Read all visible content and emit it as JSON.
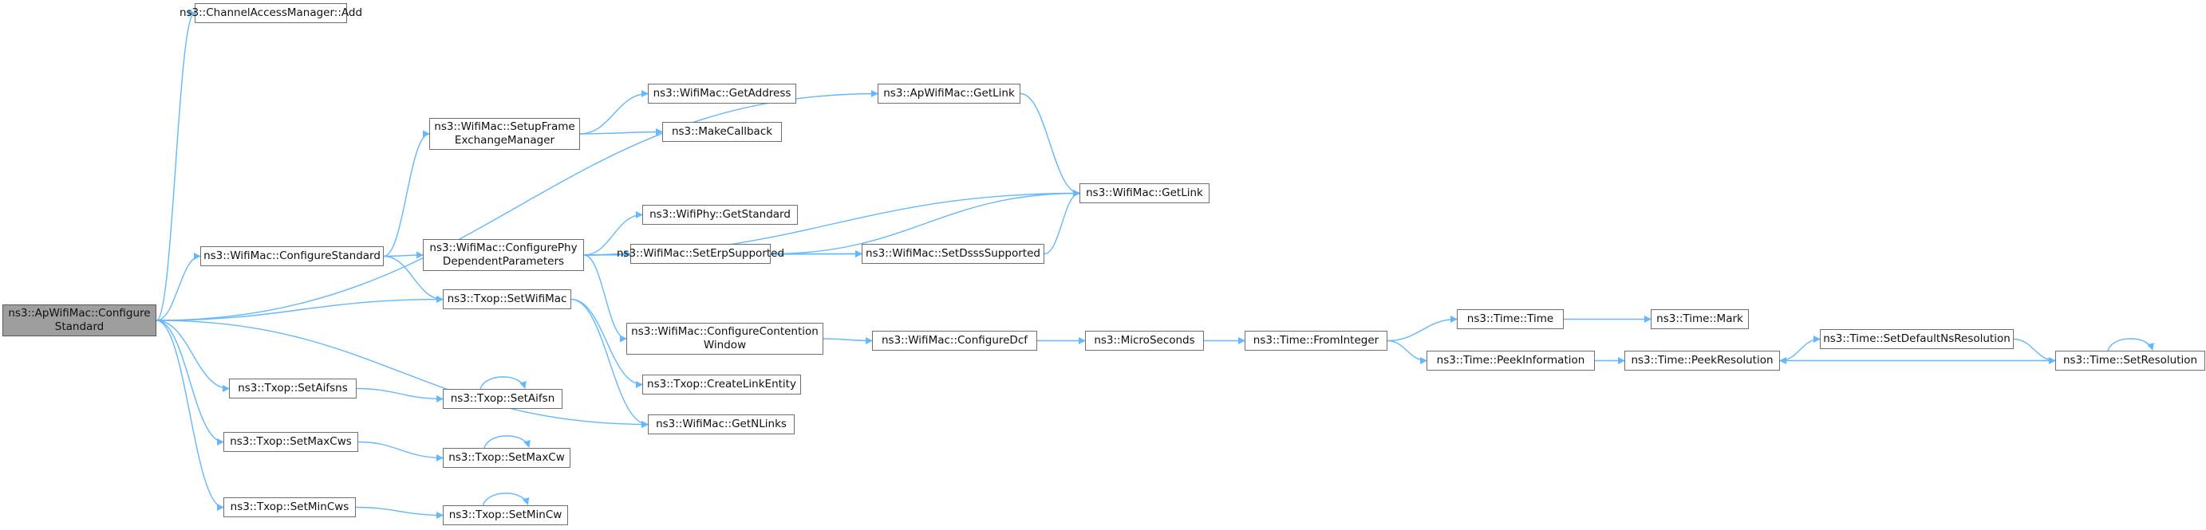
{
  "graph": {
    "edge_color": "#63b8ff",
    "root_fill": "#9e9e9e",
    "node_border": "#6f6f6f",
    "nodes": [
      {
        "id": "n1",
        "lines": [
          "ns3::ApWifiMac::Configure",
          "Standard"
        ],
        "root": true
      },
      {
        "id": "n2",
        "lines": [
          "ns3::ChannelAccessManager::Add"
        ]
      },
      {
        "id": "n3",
        "lines": [
          "ns3::ApWifiMac::GetLink"
        ]
      },
      {
        "id": "n4",
        "lines": [
          "ns3::WifiMac::ConfigureStandard"
        ]
      },
      {
        "id": "n5",
        "lines": [
          "ns3::Txop::SetWifiMac"
        ]
      },
      {
        "id": "n6",
        "lines": [
          "ns3::WifiMac::GetNLinks"
        ]
      },
      {
        "id": "n7",
        "lines": [
          "ns3::Txop::SetAifsns"
        ]
      },
      {
        "id": "n8",
        "lines": [
          "ns3::Txop::SetAifsn"
        ]
      },
      {
        "id": "n9",
        "lines": [
          "ns3::Txop::SetMaxCws"
        ]
      },
      {
        "id": "n10",
        "lines": [
          "ns3::Txop::SetMaxCw"
        ]
      },
      {
        "id": "n11",
        "lines": [
          "ns3::Txop::SetMinCws"
        ]
      },
      {
        "id": "n12",
        "lines": [
          "ns3::Txop::SetMinCw"
        ]
      },
      {
        "id": "n13",
        "lines": [
          "ns3::WifiMac::GetLink"
        ]
      },
      {
        "id": "n14",
        "lines": [
          "ns3::WifiMac::SetupFrame",
          "ExchangeManager"
        ]
      },
      {
        "id": "n15",
        "lines": [
          "ns3::WifiMac::ConfigurePhy",
          "DependentParameters"
        ]
      },
      {
        "id": "n16",
        "lines": [
          "ns3::WifiMac::GetAddress"
        ]
      },
      {
        "id": "n17",
        "lines": [
          "ns3::MakeCallback"
        ]
      },
      {
        "id": "n18",
        "lines": [
          "ns3::WifiMac::SetDsssSupported"
        ]
      },
      {
        "id": "n19",
        "lines": [
          "ns3::WifiMac::ConfigureContention",
          "Window"
        ]
      },
      {
        "id": "n20",
        "lines": [
          "ns3::WifiMac::SetErpSupported"
        ]
      },
      {
        "id": "n21",
        "lines": [
          "ns3::WifiPhy::GetStandard"
        ]
      },
      {
        "id": "n22",
        "lines": [
          "ns3::Txop::CreateLinkEntity"
        ]
      },
      {
        "id": "n23",
        "lines": [
          "ns3::WifiMac::ConfigureDcf"
        ]
      },
      {
        "id": "n24",
        "lines": [
          "ns3::MicroSeconds"
        ]
      },
      {
        "id": "n25",
        "lines": [
          "ns3::Time::FromInteger"
        ]
      },
      {
        "id": "n26",
        "lines": [
          "ns3::Time::Time"
        ]
      },
      {
        "id": "n27",
        "lines": [
          "ns3::Time::PeekInformation"
        ]
      },
      {
        "id": "n28",
        "lines": [
          "ns3::Time::Mark"
        ]
      },
      {
        "id": "n29",
        "lines": [
          "ns3::Time::PeekResolution"
        ]
      },
      {
        "id": "n30",
        "lines": [
          "ns3::Time::SetDefaultNsResolution"
        ]
      },
      {
        "id": "n31",
        "lines": [
          "ns3::Time::SetResolution"
        ]
      }
    ],
    "edges": [
      [
        "n1",
        "n2"
      ],
      [
        "n1",
        "n3"
      ],
      [
        "n1",
        "n4"
      ],
      [
        "n1",
        "n5"
      ],
      [
        "n1",
        "n6"
      ],
      [
        "n1",
        "n7"
      ],
      [
        "n1",
        "n9"
      ],
      [
        "n1",
        "n11"
      ],
      [
        "n3",
        "n13"
      ],
      [
        "n4",
        "n14"
      ],
      [
        "n4",
        "n15"
      ],
      [
        "n4",
        "n5"
      ],
      [
        "n5",
        "n6"
      ],
      [
        "n5",
        "n22"
      ],
      [
        "n7",
        "n8"
      ],
      [
        "n8",
        "n8"
      ],
      [
        "n9",
        "n10"
      ],
      [
        "n10",
        "n10"
      ],
      [
        "n11",
        "n12"
      ],
      [
        "n12",
        "n12"
      ],
      [
        "n14",
        "n16"
      ],
      [
        "n14",
        "n17"
      ],
      [
        "n15",
        "n13"
      ],
      [
        "n15",
        "n21"
      ],
      [
        "n15",
        "n20"
      ],
      [
        "n15",
        "n18"
      ],
      [
        "n15",
        "n19"
      ],
      [
        "n20",
        "n13"
      ],
      [
        "n20",
        "n18"
      ],
      [
        "n18",
        "n13"
      ],
      [
        "n19",
        "n23"
      ],
      [
        "n23",
        "n24"
      ],
      [
        "n24",
        "n25"
      ],
      [
        "n25",
        "n26"
      ],
      [
        "n25",
        "n27"
      ],
      [
        "n26",
        "n28"
      ],
      [
        "n27",
        "n29"
      ],
      [
        "n29",
        "n30"
      ],
      [
        "n30",
        "n31"
      ],
      [
        "n31",
        "n29"
      ],
      [
        "n31",
        "n31"
      ]
    ]
  }
}
